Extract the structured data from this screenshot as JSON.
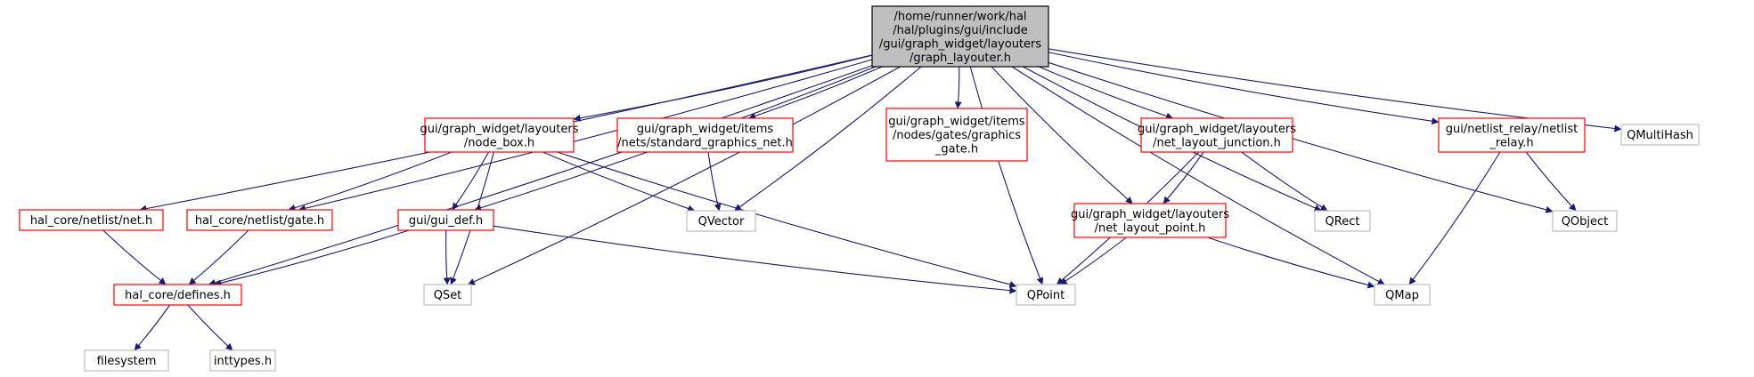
{
  "colors": {
    "edge": "#191970",
    "root_fill": "#bfbfbf",
    "root_stroke": "#000000",
    "project_stroke": "#ff0000",
    "external_stroke": "#bfbfbf",
    "text": "#000000",
    "background": "#ffffff"
  },
  "nodes": {
    "root": {
      "lines": [
        "/home/runner/work/hal",
        "/hal/plugins/gui/include",
        "/gui/graph_widget/layouters",
        "/graph_layouter.h"
      ],
      "kind": "root"
    },
    "node_box": {
      "lines": [
        "gui/graph_widget/layouters",
        "/node_box.h"
      ],
      "kind": "project"
    },
    "standard_graphics_net": {
      "lines": [
        "gui/graph_widget/items",
        "/nets/standard_graphics_net.h"
      ],
      "kind": "project"
    },
    "standard_graphics_gate": {
      "lines": [
        "gui/graph_widget/items",
        "/nodes/gates/graphics",
        "_gate.h"
      ],
      "kind": "project"
    },
    "net_layout_junction": {
      "lines": [
        "gui/graph_widget/layouters",
        "/net_layout_junction.h"
      ],
      "kind": "project"
    },
    "netlist_relay": {
      "lines": [
        "gui/netlist_relay/netlist",
        "_relay.h"
      ],
      "kind": "project"
    },
    "qmultihash": {
      "lines": [
        "QMultiHash"
      ],
      "kind": "external"
    },
    "net": {
      "lines": [
        "hal_core/netlist/net.h"
      ],
      "kind": "project"
    },
    "gate": {
      "lines": [
        "hal_core/netlist/gate.h"
      ],
      "kind": "project"
    },
    "gui_def": {
      "lines": [
        "gui/gui_def.h"
      ],
      "kind": "project"
    },
    "qvector": {
      "lines": [
        "QVector"
      ],
      "kind": "external"
    },
    "net_layout_point": {
      "lines": [
        "gui/graph_widget/layouters",
        "/net_layout_point.h"
      ],
      "kind": "project"
    },
    "qrect": {
      "lines": [
        "QRect"
      ],
      "kind": "external"
    },
    "qobject": {
      "lines": [
        "QObject"
      ],
      "kind": "external"
    },
    "defines": {
      "lines": [
        "hal_core/defines.h"
      ],
      "kind": "project"
    },
    "qset": {
      "lines": [
        "QSet"
      ],
      "kind": "external"
    },
    "qpoint": {
      "lines": [
        "QPoint"
      ],
      "kind": "external"
    },
    "qmap": {
      "lines": [
        "QMap"
      ],
      "kind": "external"
    },
    "filesystem": {
      "lines": [
        "filesystem"
      ],
      "kind": "external"
    },
    "inttypes": {
      "lines": [
        "inttypes.h"
      ],
      "kind": "external"
    }
  },
  "edges": [
    [
      "root",
      "node_box"
    ],
    [
      "root",
      "standard_graphics_net"
    ],
    [
      "root",
      "standard_graphics_gate"
    ],
    [
      "root",
      "net_layout_junction"
    ],
    [
      "root",
      "netlist_relay"
    ],
    [
      "root",
      "qmultihash"
    ],
    [
      "root",
      "net"
    ],
    [
      "root",
      "gate"
    ],
    [
      "root",
      "gui_def"
    ],
    [
      "root",
      "qvector"
    ],
    [
      "root",
      "net_layout_point"
    ],
    [
      "root",
      "qrect"
    ],
    [
      "root",
      "qobject"
    ],
    [
      "root",
      "defines"
    ],
    [
      "root",
      "qset"
    ],
    [
      "root",
      "qpoint"
    ],
    [
      "root",
      "qmap"
    ],
    [
      "node_box",
      "gate"
    ],
    [
      "node_box",
      "gui_def"
    ],
    [
      "node_box",
      "qvector"
    ],
    [
      "node_box",
      "qset"
    ],
    [
      "node_box",
      "qpoint"
    ],
    [
      "standard_graphics_net",
      "qvector"
    ],
    [
      "net_layout_junction",
      "net_layout_point"
    ],
    [
      "net_layout_junction",
      "qrect"
    ],
    [
      "net_layout_junction",
      "qpoint"
    ],
    [
      "netlist_relay",
      "qobject"
    ],
    [
      "netlist_relay",
      "qmap"
    ],
    [
      "net",
      "defines"
    ],
    [
      "gate",
      "defines"
    ],
    [
      "gui_def",
      "defines"
    ],
    [
      "gui_def",
      "qset"
    ],
    [
      "gui_def",
      "qpoint"
    ],
    [
      "net_layout_point",
      "qpoint"
    ],
    [
      "net_layout_point",
      "qmap"
    ],
    [
      "defines",
      "filesystem"
    ],
    [
      "defines",
      "inttypes"
    ]
  ]
}
